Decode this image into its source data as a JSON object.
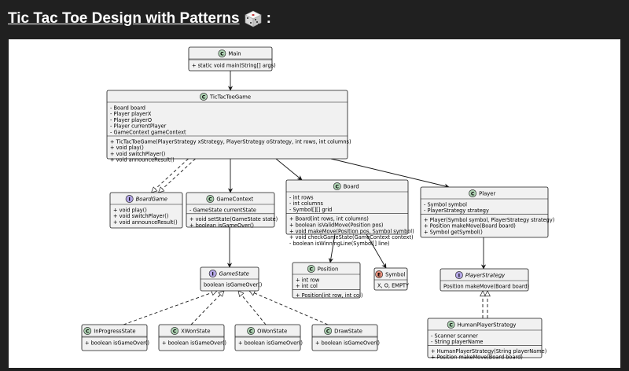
{
  "page": {
    "title": "Tic Tac Toe Design with Patterns",
    "title_suffix": ":",
    "title_emoji_icon": "game-die-icon"
  },
  "diagram": {
    "type": "uml-class-diagram",
    "classes": [
      {
        "id": "main",
        "kind": "class",
        "name": "Main",
        "attributes": [],
        "methods": [
          "+ static void main(String[] args)"
        ]
      },
      {
        "id": "tictactoegame",
        "kind": "class",
        "name": "TicTacToeGame",
        "attributes": [
          "- Board board",
          "- Player playerX",
          "- Player playerO",
          "- Player currentPlayer",
          "- GameContext gameContext"
        ],
        "methods": [
          "+ TicTacToeGame(PlayerStrategy xStrategy, PlayerStrategy oStrategy, int rows, int columns)",
          "+ void play()",
          "+ void switchPlayer()",
          "+ void announceResult()"
        ]
      },
      {
        "id": "boardgame",
        "kind": "interface",
        "name": "BoardGame",
        "attributes": [],
        "methods": [
          "+ void play()",
          "+ void switchPlayer()",
          "+ void announceResult()"
        ]
      },
      {
        "id": "gamecontext",
        "kind": "class",
        "name": "GameContext",
        "attributes": [
          "- GameState currentState"
        ],
        "methods": [
          "+ void setState(GameState state)",
          "+ boolean isGameOver()"
        ]
      },
      {
        "id": "board",
        "kind": "class",
        "name": "Board",
        "attributes": [
          "- int rows",
          "- int columns",
          "- Symbol[][] grid"
        ],
        "methods": [
          "+ Board(int rows, int columns)",
          "+ boolean isValidMove(Position pos)",
          "+ void makeMove(Position pos, Symbol symbol)",
          "+ void checkGameState(GameContext context)",
          "- boolean isWinningLine(Symbol[] line)"
        ]
      },
      {
        "id": "player",
        "kind": "class",
        "name": "Player",
        "attributes": [
          "- Symbol symbol",
          "- PlayerStrategy strategy"
        ],
        "methods": [
          "+ Player(Symbol symbol, PlayerStrategy strategy)",
          "+ Position makeMove(Board board)",
          "+ Symbol getSymbol()"
        ]
      },
      {
        "id": "gamestate",
        "kind": "interface",
        "name": "GameState",
        "attributes": [],
        "methods": [
          "boolean isGameOver()"
        ]
      },
      {
        "id": "position",
        "kind": "class",
        "name": "Position",
        "attributes": [
          "+ int row",
          "+ int col"
        ],
        "methods": [
          "+ Position(int row, int col)"
        ]
      },
      {
        "id": "symbol",
        "kind": "enum",
        "name": "Symbol",
        "attributes": [],
        "methods": [
          "X, O, EMPTY"
        ]
      },
      {
        "id": "playerstrategy",
        "kind": "interface",
        "name": "PlayerStrategy",
        "attributes": [],
        "methods": [
          "Position makeMove(Board board)"
        ]
      },
      {
        "id": "inprogressstate",
        "kind": "class",
        "name": "InProgressState",
        "attributes": [],
        "methods": [
          "+ boolean isGameOver()"
        ]
      },
      {
        "id": "xwonstate",
        "kind": "class",
        "name": "XWonState",
        "attributes": [],
        "methods": [
          "+ boolean isGameOver()"
        ]
      },
      {
        "id": "owonstate",
        "kind": "class",
        "name": "OWonState",
        "attributes": [],
        "methods": [
          "+ boolean isGameOver()"
        ]
      },
      {
        "id": "drawstate",
        "kind": "class",
        "name": "DrawState",
        "attributes": [],
        "methods": [
          "+ boolean isGameOver()"
        ]
      },
      {
        "id": "humanplayerstrategy",
        "kind": "class",
        "name": "HumanPlayerStrategy",
        "attributes": [
          "- Scanner scanner",
          "- String playerName"
        ],
        "methods": [
          "+ HumanPlayerStrategy(String playerName)",
          "+ Position makeMove(Board board)"
        ]
      }
    ],
    "relations": [
      {
        "from": "main",
        "to": "tictactoegame",
        "type": "association"
      },
      {
        "from": "tictactoegame",
        "to": "boardgame",
        "type": "realization"
      },
      {
        "from": "tictactoegame",
        "to": "gamecontext",
        "type": "association"
      },
      {
        "from": "tictactoegame",
        "to": "board",
        "type": "association"
      },
      {
        "from": "tictactoegame",
        "to": "player",
        "type": "association"
      },
      {
        "from": "gamecontext",
        "to": "gamestate",
        "type": "association"
      },
      {
        "from": "board",
        "to": "position",
        "type": "association"
      },
      {
        "from": "board",
        "to": "symbol",
        "type": "association"
      },
      {
        "from": "player",
        "to": "playerstrategy",
        "type": "association"
      },
      {
        "from": "inprogressstate",
        "to": "gamestate",
        "type": "realization"
      },
      {
        "from": "xwonstate",
        "to": "gamestate",
        "type": "realization"
      },
      {
        "from": "owonstate",
        "to": "gamestate",
        "type": "realization"
      },
      {
        "from": "drawstate",
        "to": "gamestate",
        "type": "realization"
      },
      {
        "from": "humanplayerstrategy",
        "to": "playerstrategy",
        "type": "realization"
      }
    ],
    "colors": {
      "class_badge": "#ADD1B2",
      "interface_badge": "#B4A7E5",
      "enum_badge": "#EB937F",
      "box_fill": "#F1F1F1",
      "line": "#181818"
    }
  }
}
